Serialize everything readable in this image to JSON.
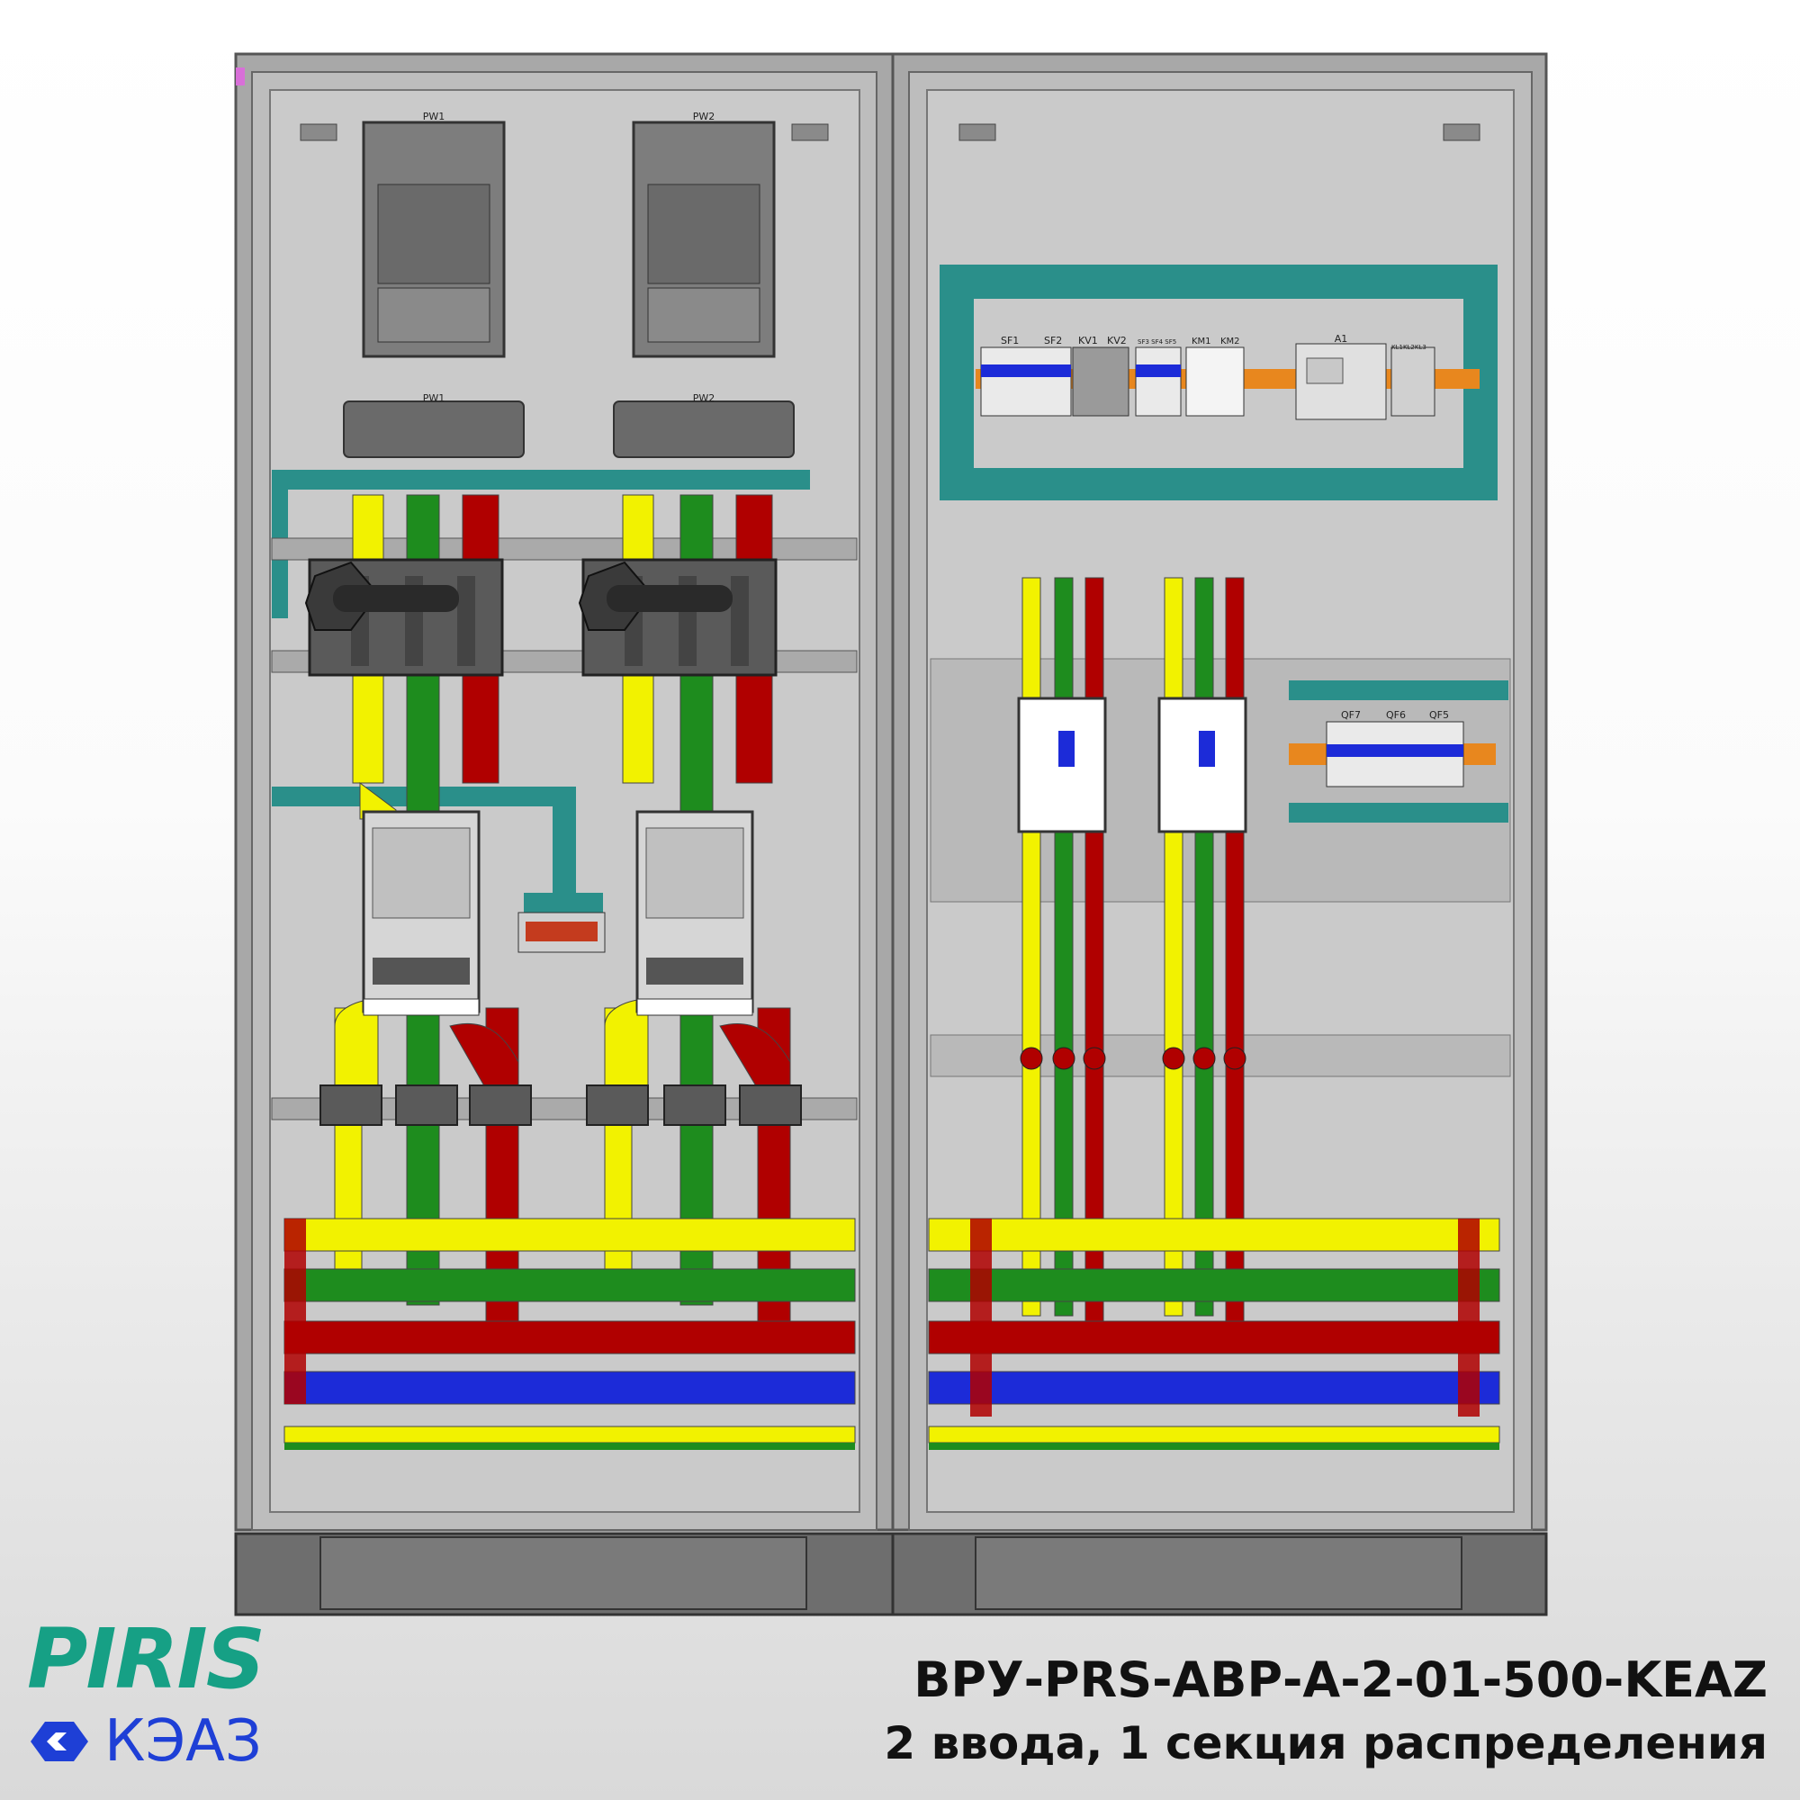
{
  "brand": {
    "name": "PIRIS",
    "partner": "КЭАЗ",
    "colors": {
      "piris": "#16a085",
      "keaz": "#1e3fd6"
    }
  },
  "product": {
    "model": "ВРУ-PRS-АВР-A-2-01-500-KEAZ",
    "description": "2 ввода, 1 секция распределения"
  },
  "labels": {
    "meter_1": "PW1",
    "meter_2": "PW2",
    "meter_box_1": "PW1",
    "meter_box_2": "PW2",
    "sf1": "SF1",
    "sf2": "SF2",
    "kv1": "KV1",
    "kv2": "KV2",
    "sf_group": "SF3 SF4 SF5",
    "km1": "KM1",
    "km2": "KM2",
    "controller": "A1",
    "relays": "KL1KL2KL3",
    "qf7": "QF7",
    "qf6": "QF6",
    "qf5": "QF5"
  },
  "colors": {
    "phase_a": "#f2f200",
    "phase_b": "#1e8c1e",
    "phase_c": "#b00000",
    "neutral": "#1c2bd8",
    "pe": "#f2f200",
    "din_trunking": "#2a8f8a",
    "din_rail": "#e8871e",
    "panel": "#c8c8c8",
    "frame": "#9a9a9a"
  }
}
